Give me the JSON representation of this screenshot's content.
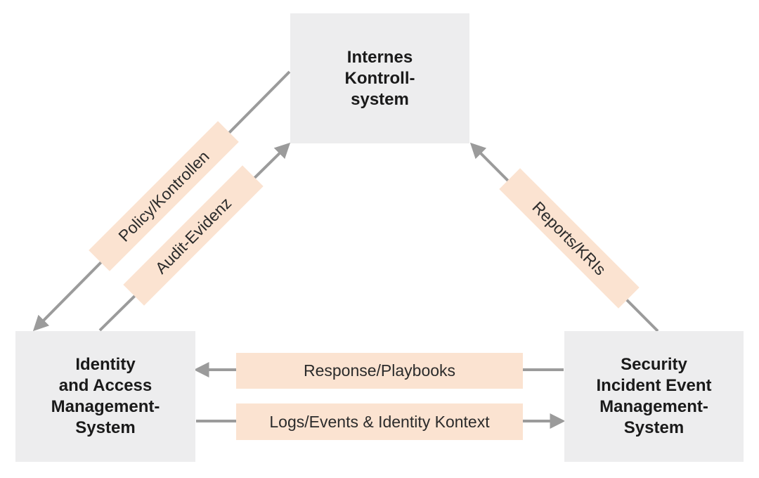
{
  "nodes": {
    "ics": {
      "lines": [
        "Internes",
        "Kontroll-",
        "system"
      ]
    },
    "iam": {
      "lines": [
        "Identity",
        "and Access",
        "Management-",
        "System"
      ]
    },
    "siem": {
      "lines": [
        "Security",
        "Incident Event",
        "Management-",
        "System"
      ]
    }
  },
  "flows": {
    "policy": "Policy/Kontrollen",
    "audit": "Audit-Evidenz",
    "reports": "Reports/KRIs",
    "response": "Response/Playbooks",
    "logs": "Logs/Events & Identity Kontext"
  },
  "colors": {
    "box": "#ededee",
    "label": "#fbe3d1",
    "arrow": "#9b9b9b"
  }
}
